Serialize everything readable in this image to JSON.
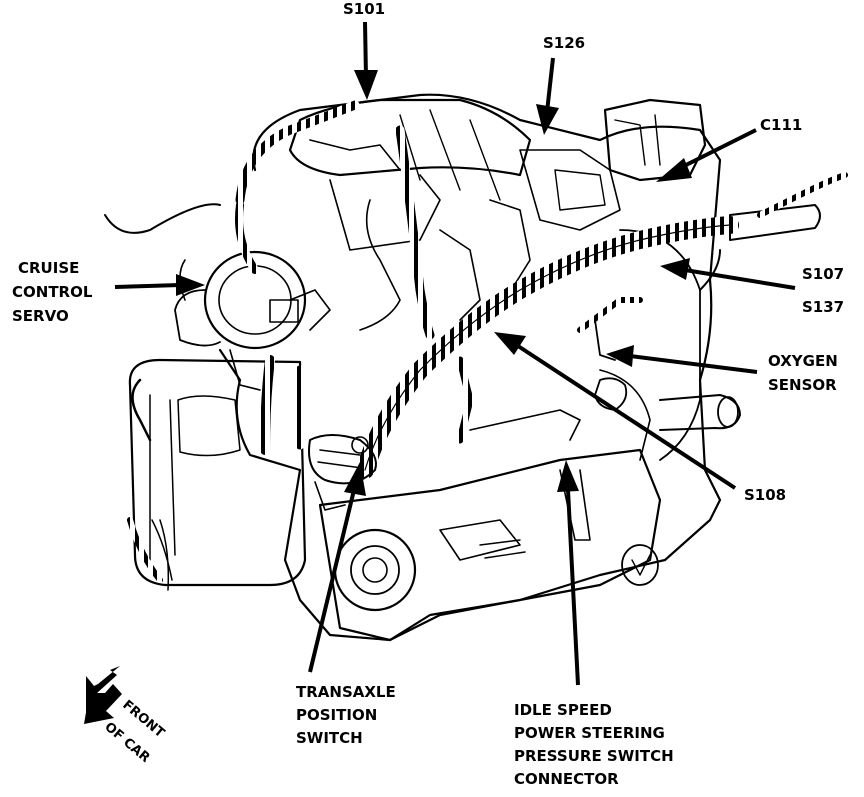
{
  "labels": {
    "s101": "S101",
    "s126": "S126",
    "c111": "C111",
    "cruise_line1": "CRUISE",
    "cruise_line2": "CONTROL",
    "cruise_line3": "SERVO",
    "s107": "S107",
    "s137": "S137",
    "oxygen_line1": "OXYGEN",
    "oxygen_line2": "SENSOR",
    "s108": "S108",
    "transaxle_line1": "TRANSAXLE",
    "transaxle_line2": "POSITION",
    "transaxle_line3": "SWITCH",
    "idle_line1": "IDLE SPEED",
    "idle_line2": "POWER STEERING",
    "idle_line3": "PRESSURE SWITCH",
    "idle_line4": "CONNECTOR",
    "front_line1": "FRONT",
    "front_line2": "OF CAR"
  },
  "colors": {
    "ink": "#000000",
    "paper": "#ffffff"
  }
}
